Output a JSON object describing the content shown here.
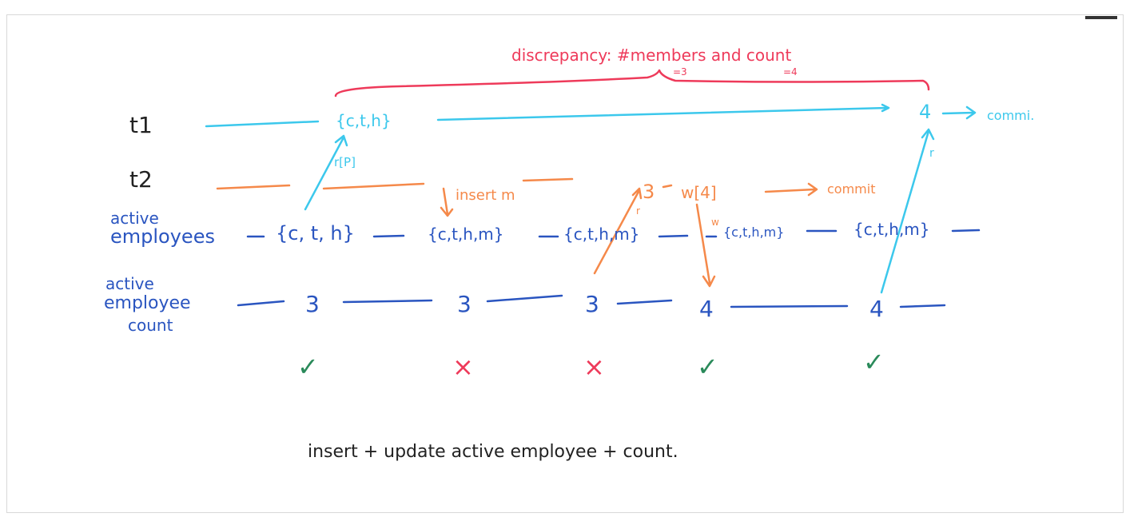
{
  "annotation": {
    "label": "discrepancy: #members and count",
    "members_value": "=3",
    "count_value": "=4"
  },
  "rows": {
    "t1": {
      "label": "t1",
      "set_read": "{c,t,h}",
      "count_read": "4",
      "read_label": "r[P]",
      "r_label": "r",
      "commit": "commi."
    },
    "t2": {
      "label": "t2",
      "insert": "insert m",
      "count_read": "3",
      "r_label": "r",
      "write": "w[4]",
      "w_label": "w",
      "commit": "commit"
    },
    "active_employees": {
      "label_line1": "active",
      "label_line2": "employees",
      "states": [
        "{c, t, h}",
        "{c,t,h,m}",
        "{c,t,h,m}",
        "{c,t,h,m}",
        "{c,t,h,m}"
      ]
    },
    "active_employee_count": {
      "label_line1": "active",
      "label_line2": "employee",
      "label_line3": "count",
      "states": [
        "3",
        "3",
        "3",
        "4",
        "4"
      ]
    }
  },
  "consistency": [
    {
      "mark": "✓",
      "status": "consistent"
    },
    {
      "mark": "×",
      "status": "inconsistent"
    },
    {
      "mark": "×",
      "status": "inconsistent"
    },
    {
      "mark": "✓",
      "status": "consistent"
    },
    {
      "mark": "✓",
      "status": "consistent"
    }
  ],
  "caption": "insert + update active employee + count.",
  "colors": {
    "t1": "#3cc8ec",
    "t2": "#f5894a",
    "data": "#2a55c0",
    "annotation": "#ee3a5a",
    "ok": "#2a8a5a",
    "caption": "#222222"
  }
}
